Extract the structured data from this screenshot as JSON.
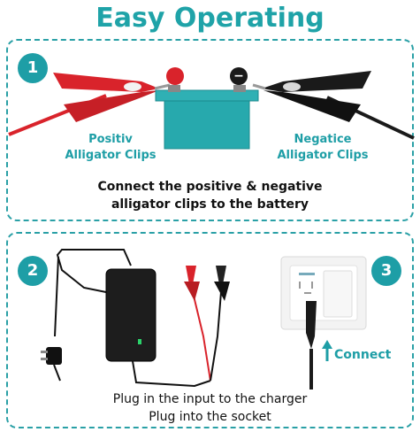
{
  "header": {
    "title": "Easy Operating"
  },
  "step1": {
    "number": "1",
    "positive_label_line1": "Positiv",
    "positive_label_line2": "Alligator Clips",
    "negative_label_line1": "Negatice",
    "negative_label_line2": "Alligator Clips",
    "caption_line1": "Connect the positive & negative",
    "caption_line2": "alligator clips to the battery",
    "positive_symbol": "+",
    "negative_symbol": "−"
  },
  "step2": {
    "number": "2",
    "caption_line1": "Plug in the input to the charger",
    "caption_line2": "Plug into the socket"
  },
  "step3": {
    "number": "3",
    "connect_label": "Connect"
  },
  "colors": {
    "accent": "#1e9ea6",
    "battery": "#27a9ad",
    "red_clip": "#d9232b",
    "black_clip": "#1a1a1a"
  }
}
